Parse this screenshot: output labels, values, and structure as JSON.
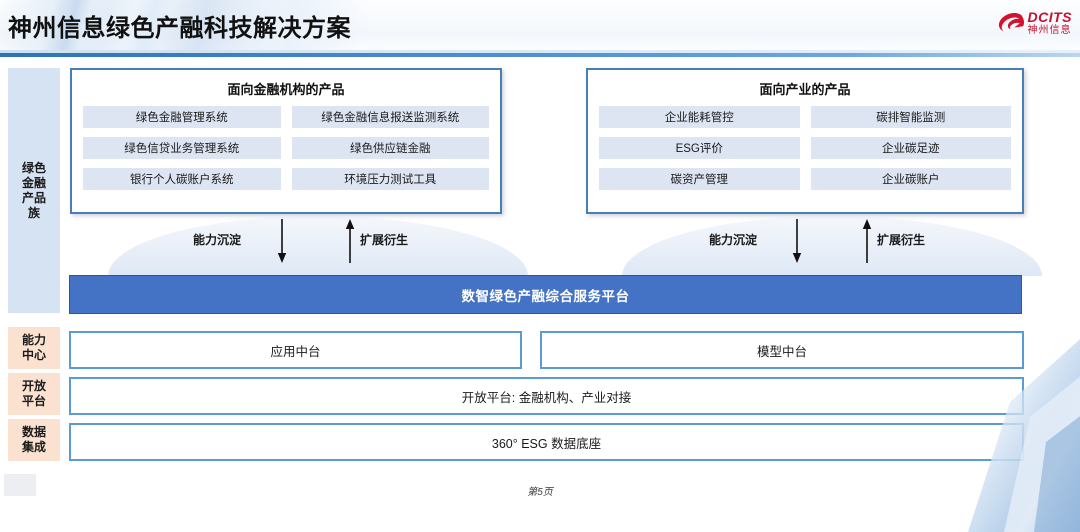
{
  "header": {
    "title": "神州信息绿色产融科技解决方案",
    "logo": {
      "mark": "swoosh-icon",
      "en": "DCITS",
      "cn": "神州信息",
      "color": "#c8102e"
    }
  },
  "sidebar": {
    "items": [
      {
        "label": "绿色\n金融\n产品\n族",
        "lines": [
          "绿色",
          "金融",
          "产品",
          "族"
        ],
        "bg": "#d6e3f3"
      },
      {
        "label": "能力\n中心",
        "lines": [
          "能力",
          "中心"
        ],
        "bg": "#fbe2d0"
      },
      {
        "label": "开放\n平台",
        "lines": [
          "开放",
          "平台"
        ],
        "bg": "#fbe2d0"
      },
      {
        "label": "数据\n集成",
        "lines": [
          "数据",
          "集成"
        ],
        "bg": "#fbe2d0"
      }
    ]
  },
  "panels": [
    {
      "title": "面向金融机构的产品",
      "items": [
        "绿色金融管理系统",
        "绿色金融信息报送监测系统",
        "绿色信贷业务管理系统",
        "绿色供应链金融",
        "银行个人碳账户系统",
        "环境压力测试工具"
      ]
    },
    {
      "title": "面向产业的产品",
      "items": [
        "企业能耗管控",
        "碳排智能监测",
        "ESG评价",
        "企业碳足迹",
        "碳资产管理",
        "企业碳账户"
      ]
    }
  ],
  "flows": [
    {
      "down_label": "能力沉淀",
      "up_label": "扩展衍生"
    },
    {
      "down_label": "能力沉淀",
      "up_label": "扩展衍生"
    }
  ],
  "platform": {
    "label": "数智绿色产融综合服务平台",
    "color": "#4472c4"
  },
  "rows": {
    "capability": [
      "应用中台",
      "模型中台"
    ],
    "open_platform": "开放平台: 金融机构、产业对接",
    "data_foundation": "360° ESG 数据底座"
  },
  "footer": {
    "page_label": "第5页"
  }
}
